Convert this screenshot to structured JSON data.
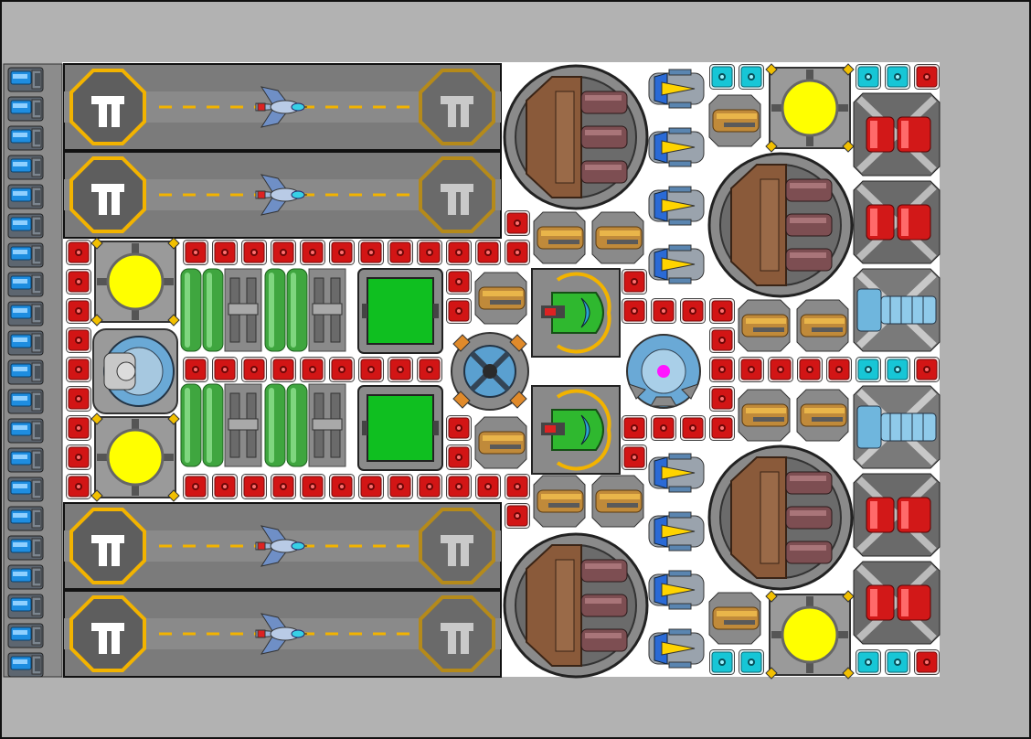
{
  "game": {
    "view": "ship-design-grid",
    "background_color": "#b2b2b2",
    "deck_color": "#ffffff",
    "accent_colors": {
      "connector": "#d21515",
      "cyan_connector": "#17c6d6",
      "reactor": "#ffff00",
      "tank": "#3fa63f",
      "panel": "#0fbf20",
      "landing_stripe": "#f2b300",
      "core": "#ff16ff"
    }
  },
  "modules": {
    "hangar_bays": {
      "count": 4,
      "icon": "hangar-pad-icon"
    },
    "docked_fighters": {
      "count": 4,
      "icon": "fighter-icon"
    },
    "reactors": {
      "count": 4,
      "icon": "reactor-icon"
    },
    "heavy_cannons": {
      "count": 4,
      "icon": "cannon-turret-icon"
    },
    "point_defense": {
      "count": 12,
      "icon": "point-defense-icon"
    },
    "missile_launchers": {
      "count": 4,
      "icon": "missile-launcher-icon"
    },
    "shield_emitters": {
      "count": 2,
      "icon": "shield-emitter-icon"
    },
    "fuel_tanks": {
      "count": 2,
      "icon": "fuel-tank-icon"
    },
    "engines": {
      "count": 21,
      "icon": "engine-icon"
    },
    "command_core": {
      "count": 1,
      "icon": "core-icon"
    }
  }
}
